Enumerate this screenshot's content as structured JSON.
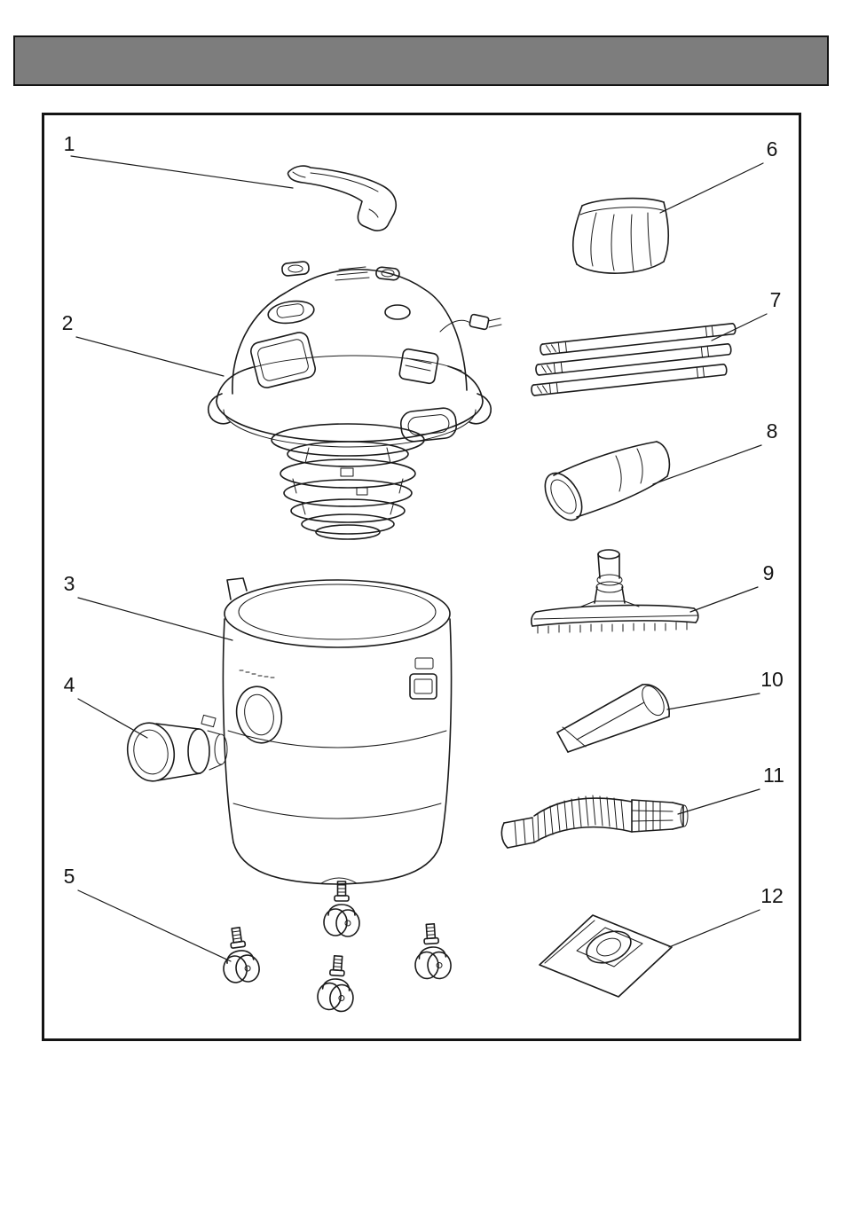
{
  "header": {
    "bar_color": "#7d7d7d"
  },
  "diagram": {
    "type": "exploded-parts-diagram",
    "subject": "wet-dry-vacuum-cleaner",
    "parts": [
      {
        "number": "1",
        "name": "carry-handle"
      },
      {
        "number": "2",
        "name": "motor-head-assembly"
      },
      {
        "number": "3",
        "name": "tank"
      },
      {
        "number": "4",
        "name": "inlet-adapter"
      },
      {
        "number": "5",
        "name": "casters"
      },
      {
        "number": "6",
        "name": "cloth-filter"
      },
      {
        "number": "7",
        "name": "extension-tubes"
      },
      {
        "number": "8",
        "name": "foam-filter"
      },
      {
        "number": "9",
        "name": "floor-nozzle"
      },
      {
        "number": "10",
        "name": "crevice-nozzle"
      },
      {
        "number": "11",
        "name": "flexible-hose"
      },
      {
        "number": "12",
        "name": "dust-bag"
      }
    ]
  },
  "colors": {
    "line": "#1b1b1b",
    "frame_border": "#141414"
  }
}
